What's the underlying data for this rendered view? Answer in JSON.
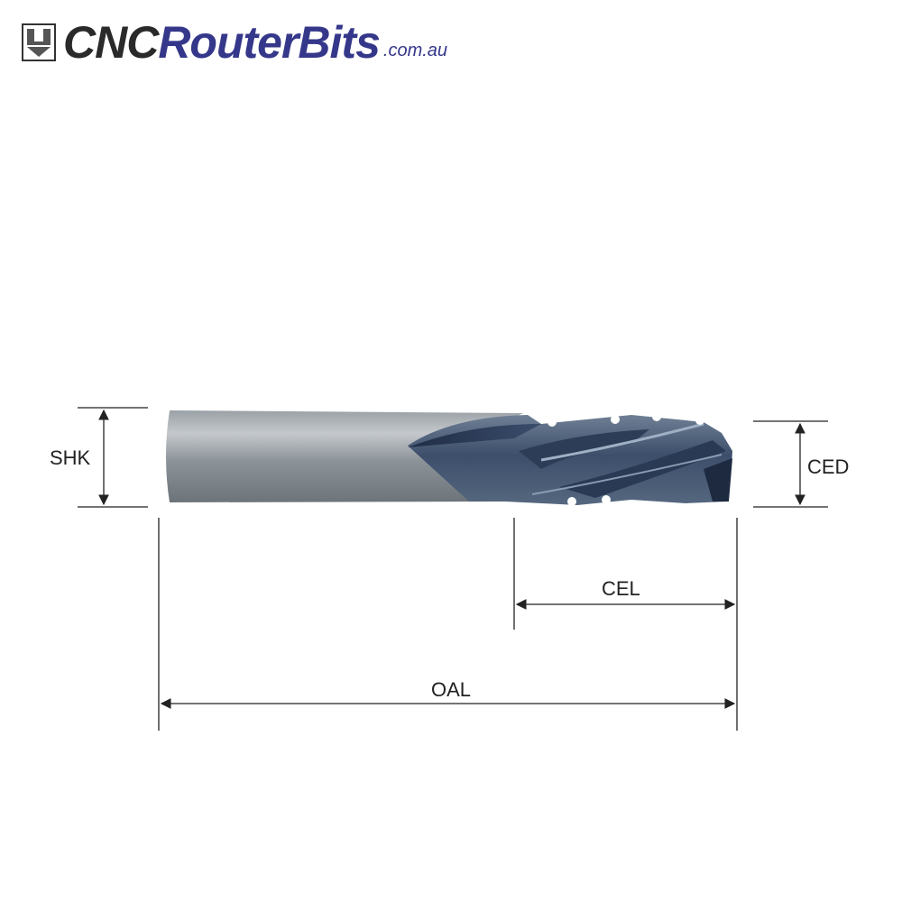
{
  "brand": {
    "part1": "CNC",
    "part2": "RouterBits",
    "domain": ".com.au",
    "colors": {
      "dark": "#2a2a2a",
      "accent": "#35378a"
    }
  },
  "icons": [
    "logo-icon"
  ],
  "dimensions": {
    "shk": "SHK",
    "ced": "CED",
    "cel": "CEL",
    "oal": "OAL"
  }
}
